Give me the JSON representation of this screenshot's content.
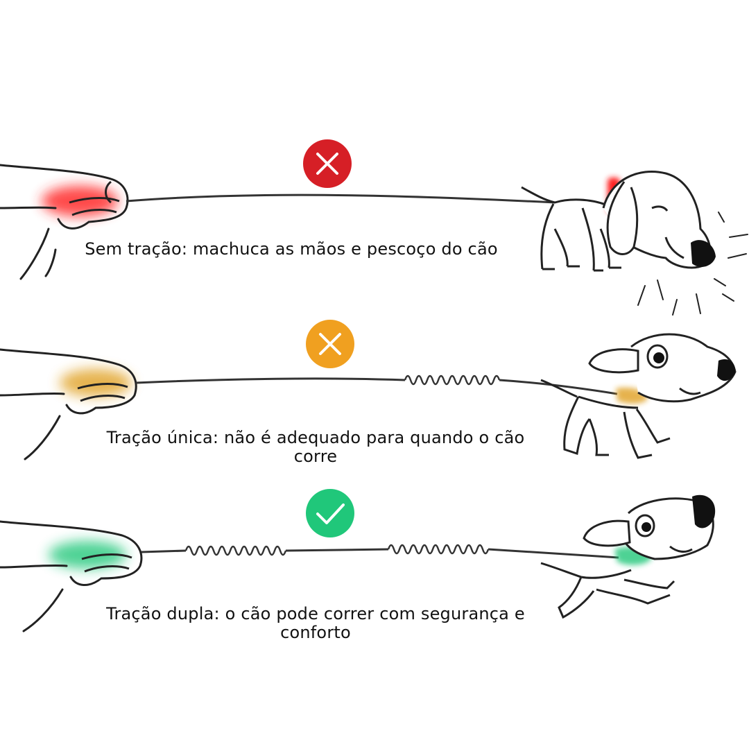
{
  "colors": {
    "bad": "#d61f26",
    "warning": "#f0a020",
    "good": "#20c77a",
    "line": "#333333"
  },
  "rows": [
    {
      "status": "bad",
      "status_icon": "x-icon",
      "caption": "Sem tração: machuca as mãos e pescoço do cão"
    },
    {
      "status": "warning",
      "status_icon": "x-icon",
      "caption_line1": "Tração única: não é adequado para quando o cão",
      "caption_line2": "corre"
    },
    {
      "status": "good",
      "status_icon": "check-icon",
      "caption_line1": "Tração dupla: o cão pode correr com segurança e",
      "caption_line2": "conforto"
    }
  ]
}
